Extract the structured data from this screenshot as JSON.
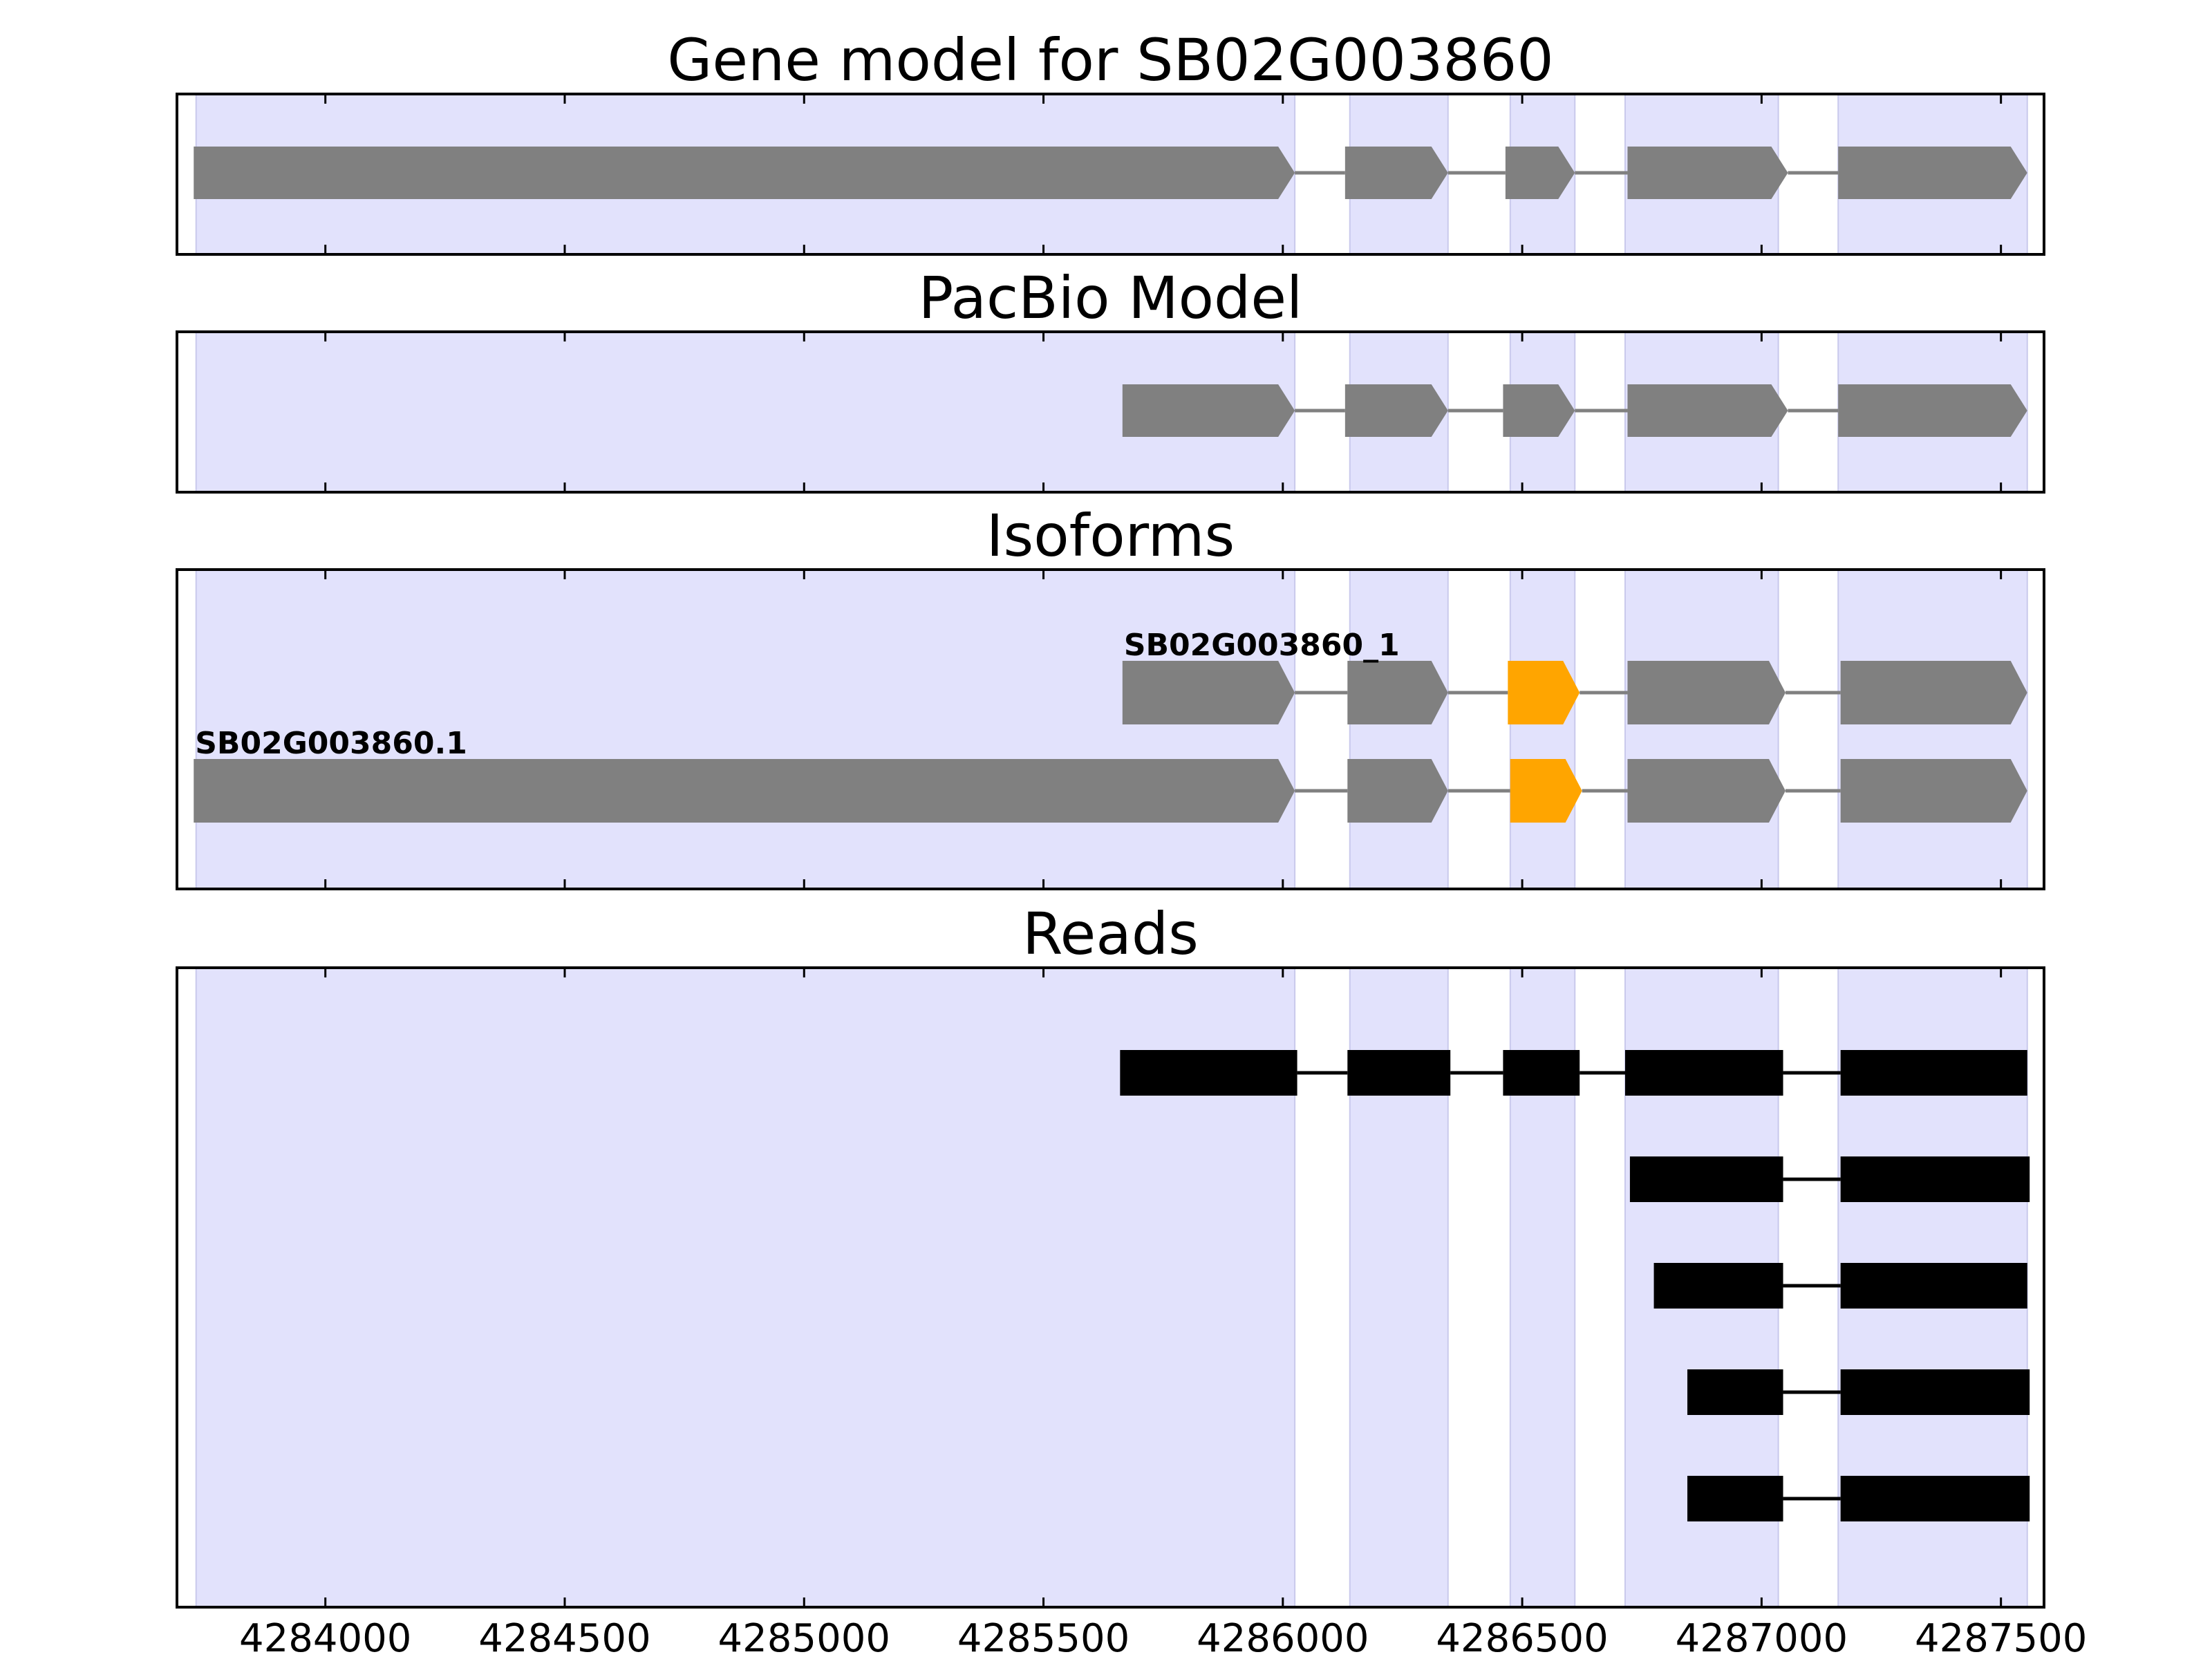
{
  "chart_data": {
    "type": "gene_model",
    "xlim": [
      4283690,
      4287590
    ],
    "x_ticks": [
      4284000,
      4284500,
      4285000,
      4285500,
      4286000,
      4286500,
      4287000,
      4287500
    ],
    "x_tick_labels": [
      "4284000",
      "4284500",
      "4285000",
      "4285500",
      "4286000",
      "4286500",
      "4287000",
      "4287500"
    ],
    "shaded_exons": [
      [
        4283730,
        4286025
      ],
      [
        4286140,
        4286345
      ],
      [
        4286475,
        4286610
      ],
      [
        4286715,
        4287035
      ],
      [
        4287160,
        4287555
      ]
    ],
    "colors": {
      "shade": "#e2e2fc",
      "exon": "#808080",
      "highlight": "#ffa500",
      "read": "#000000",
      "intron_line": "#808080"
    },
    "panels": [
      {
        "title": "Gene model for SB02G003860",
        "tracks": [
          {
            "label": "",
            "exons": [
              [
                4283725,
                4286025
              ],
              [
                4286130,
                4286345
              ],
              [
                4286465,
                4286610
              ],
              [
                4286720,
                4287055
              ],
              [
                4287160,
                4287555
              ]
            ],
            "highlight": []
          }
        ]
      },
      {
        "title": "PacBio Model",
        "tracks": [
          {
            "label": "",
            "exons": [
              [
                4285665,
                4286025
              ],
              [
                4286130,
                4286345
              ],
              [
                4286460,
                4286610
              ],
              [
                4286720,
                4287055
              ],
              [
                4287160,
                4287555
              ]
            ],
            "highlight": []
          }
        ]
      },
      {
        "title": "Isoforms",
        "tracks": [
          {
            "label": "SB02G003860_1",
            "exons": [
              [
                4285665,
                4286025
              ],
              [
                4286135,
                4286345
              ],
              [
                4286470,
                4286620
              ],
              [
                4286720,
                4287050
              ],
              [
                4287165,
                4287555
              ]
            ],
            "highlight": [
              2
            ]
          },
          {
            "label": "SB02G003860.1",
            "exons": [
              [
                4283725,
                4286025
              ],
              [
                4286135,
                4286345
              ],
              [
                4286475,
                4286625
              ],
              [
                4286720,
                4287050
              ],
              [
                4287165,
                4287555
              ]
            ],
            "highlight": [
              2
            ]
          }
        ]
      },
      {
        "title": "Reads",
        "tracks": [
          {
            "exons": [
              [
                4285660,
                4286030
              ],
              [
                4286135,
                4286350
              ],
              [
                4286460,
                4286620
              ],
              [
                4286715,
                4287045
              ],
              [
                4287165,
                4287555
              ]
            ]
          },
          {
            "exons": [
              [
                4286725,
                4287045
              ],
              [
                4287165,
                4287560
              ]
            ]
          },
          {
            "exons": [
              [
                4286775,
                4287045
              ],
              [
                4287165,
                4287555
              ]
            ]
          },
          {
            "exons": [
              [
                4286845,
                4287045
              ],
              [
                4287165,
                4287560
              ]
            ]
          },
          {
            "exons": [
              [
                4286845,
                4287045
              ],
              [
                4287165,
                4287560
              ]
            ]
          }
        ]
      }
    ]
  }
}
